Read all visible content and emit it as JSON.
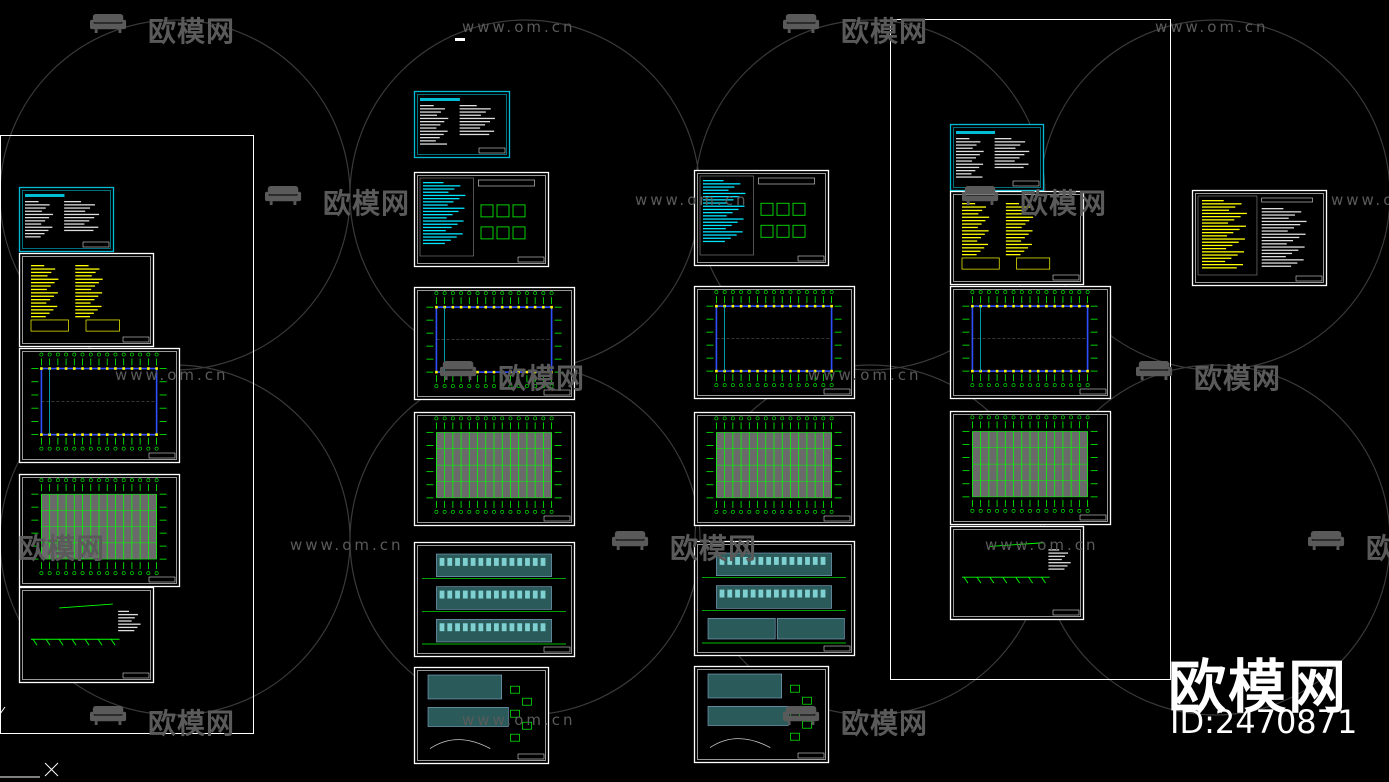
{
  "watermark": {
    "brand_cn": "欧模网",
    "url": "www.om.cn"
  },
  "brand": {
    "name": "欧模网",
    "id_label": "ID:2470871"
  },
  "colors": {
    "background": "#000000",
    "frame": "#ffffff",
    "title_block": "#00bcd4",
    "grid_green": "#00ff00",
    "text_yellow": "#ffff00",
    "axis_blue": "#3050ff",
    "watermark": "#5a5a5a"
  },
  "icons": [
    "sofa-logo-icon",
    "ucs-cross-icon"
  ]
}
